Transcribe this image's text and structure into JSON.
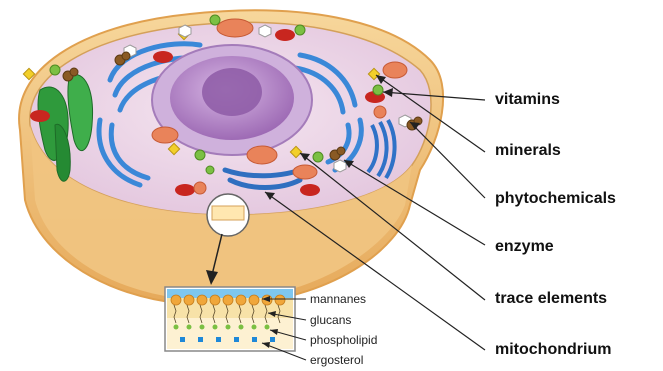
{
  "labels": [
    "vitamins",
    "minerals",
    "phytochemicals",
    "enzyme",
    "trace elements",
    "mitochondrium"
  ],
  "membrane_labels": [
    "mannanes",
    "glucans",
    "phospholipid",
    "ergosterol"
  ],
  "colors": {
    "cell_rim": "#f1c27a",
    "cell_inner": "#f6d9a8",
    "cytoplasm": "#e9cfe6",
    "nucleus_envelope": "#c9a7d6",
    "nucleus": "#b27fc4",
    "nucleolus": "#8d5aa6",
    "golgi_blue": "#3a88d8",
    "chloroplast_green": "#2f9a3c",
    "mitochondria_orange": "#e9835a",
    "vitamin_green": "#7bc043",
    "mineral_yellow": "#f2cf2a",
    "enzyme_brown": "#8a5a24",
    "red_body": "#c8261f",
    "lipid_head": "#f0a73a",
    "ergosterol_blue": "#1e88d8"
  },
  "icons": [
    "vitamin-sphere-icon",
    "mineral-cube-icon",
    "phytochemical-hexagon-icon",
    "enzyme-cluster-icon",
    "trace-element-disc-icon",
    "zoom-arrow-icon"
  ]
}
